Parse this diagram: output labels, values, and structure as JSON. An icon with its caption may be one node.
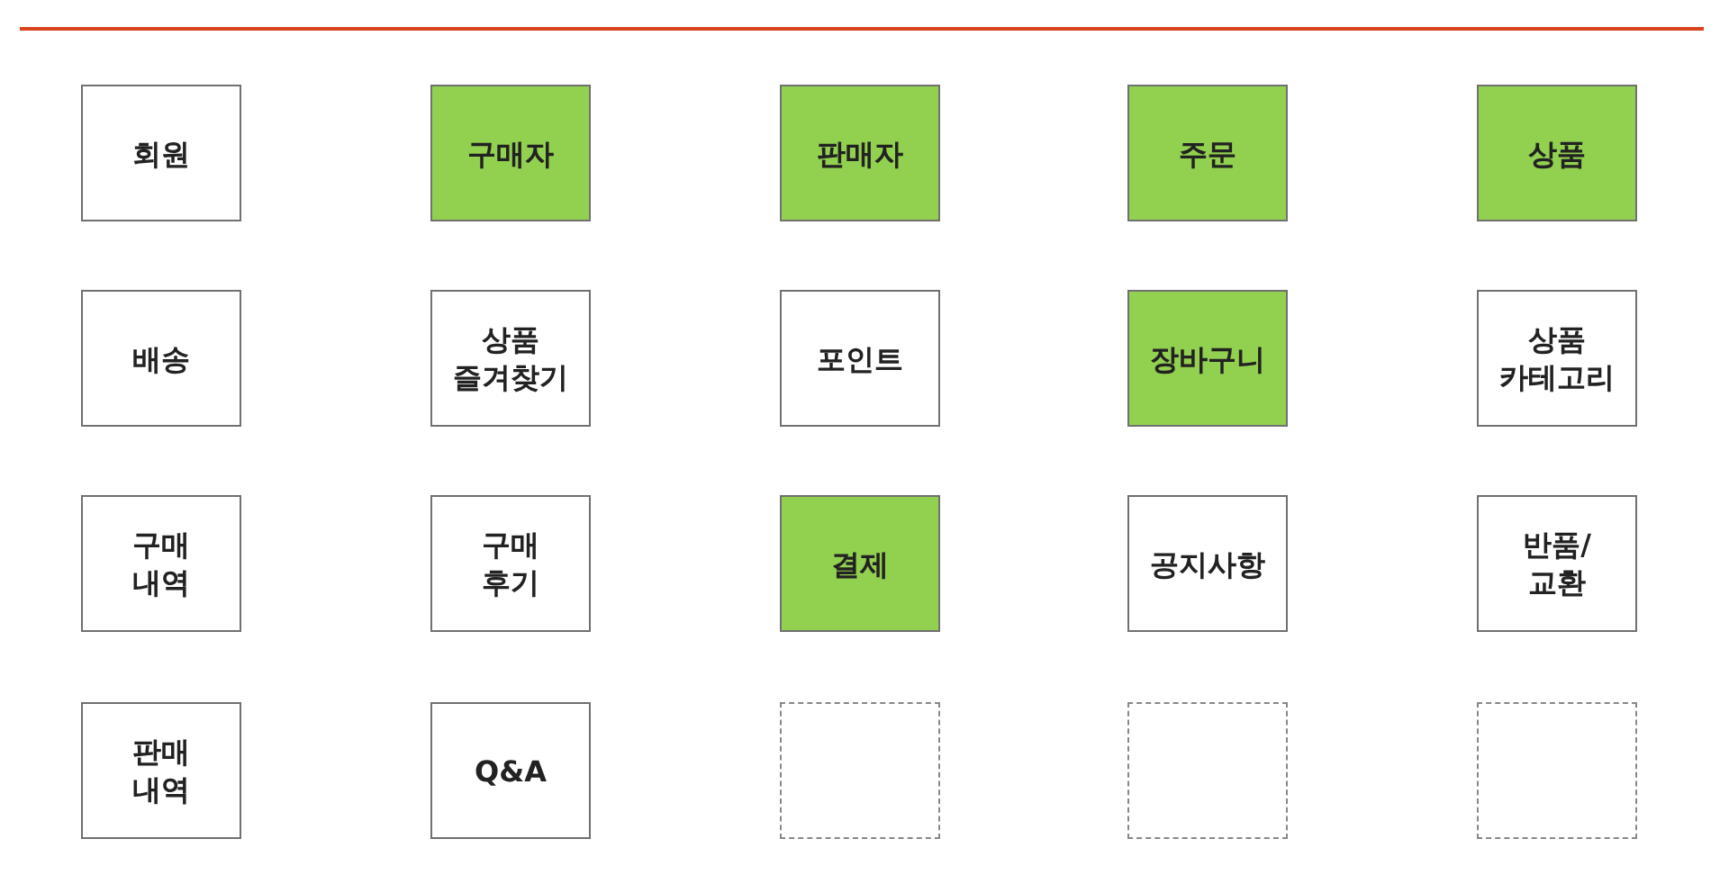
{
  "diagram": {
    "nodes": [
      {
        "text": [
          "회원"
        ]
      },
      {
        "text": [
          "구매자"
        ]
      },
      {
        "text": [
          "판매자"
        ]
      },
      {
        "text": [
          "주문"
        ]
      },
      {
        "text": [
          "상품"
        ]
      },
      {
        "text": [
          "배송"
        ]
      },
      {
        "text": [
          "상품 즐겨찾기"
        ]
      },
      {
        "text": [
          "포인트"
        ]
      },
      {
        "text": [
          "장바구니"
        ]
      },
      {
        "text": [
          "상품 카테고리"
        ]
      },
      {
        "text": [
          "구매 내역"
        ]
      },
      {
        "text": [
          "구매 후기"
        ]
      },
      {
        "text": [
          "결제"
        ]
      },
      {
        "text": [
          "공지사항"
        ]
      },
      {
        "text": [
          "반품/ 교환"
        ]
      },
      {
        "text": [
          "판매 내역"
        ]
      },
      {
        "text": [
          "Q&A"
        ]
      },
      {
        "text": [],
        "shape": "box"
      },
      {
        "text": [],
        "shape": "box"
      },
      {
        "text": [],
        "shape": "box"
      }
    ]
  }
}
